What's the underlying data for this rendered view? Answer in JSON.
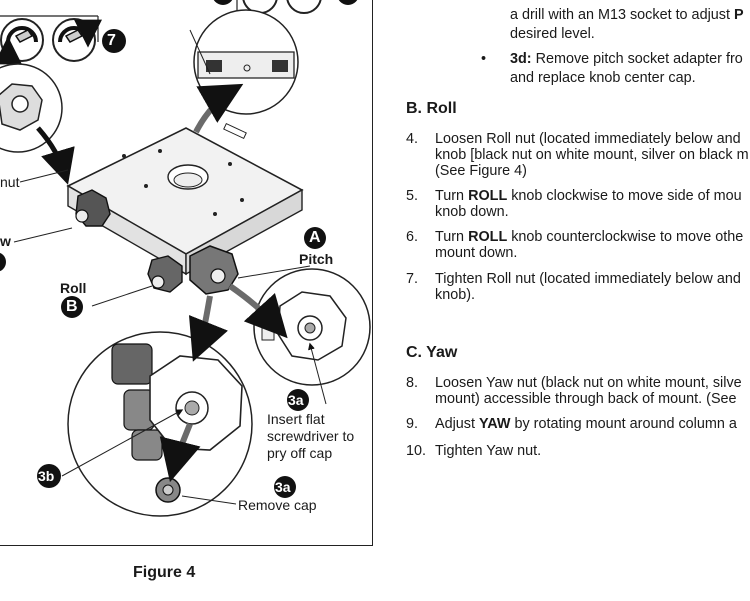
{
  "figure": {
    "caption": "Figure 4",
    "labels": {
      "seven": "7",
      "nut": "nut",
      "w": "w",
      "A": "A",
      "pitch": "Pitch",
      "roll": "Roll",
      "B": "B",
      "3a_top": "3a",
      "3a_bottom": "3a",
      "3b": "3b",
      "insert_line1": "Insert flat",
      "insert_line2": "screwdriver to",
      "insert_line3": "pry off cap",
      "remove_cap": "Remove cap"
    }
  },
  "text": {
    "step3c_line1": "a drill with an M13 socket to adjust ",
    "step3c_bold_tail": "P",
    "step3c_line2": "desired level.",
    "step3d_bullet": "•",
    "step3d_label": "3d:",
    "step3d_line1": " Remove pitch socket adapter fro",
    "step3d_line2": "and replace knob center cap.",
    "section_b": "B. Roll",
    "s4_num": "4.",
    "s4_line1": "Loosen Roll nut (located immediately below and",
    "s4_line2": "knob [black nut on white mount, silver on black m",
    "s4_line3": "(See Figure 4)",
    "s5_num": "5.",
    "s5_pre": "Turn ",
    "s5_bold": "ROLL",
    "s5_post": " knob clockwise to move side of mou",
    "s5_line2": "knob down.",
    "s6_num": "6.",
    "s6_pre": "Turn ",
    "s6_bold": "ROLL",
    "s6_post": " knob counterclockwise to move othe",
    "s6_line2": "mount down.",
    "s7_num": "7.",
    "s7_line1": "Tighten Roll nut (located immediately below and",
    "s7_line2": "knob).",
    "section_c": "C. Yaw",
    "s8_num": "8.",
    "s8_line1": "Loosen Yaw nut (black nut on white mount, silve",
    "s8_line2": "mount) accessible through back of mount. (See",
    "s9_num": "9.",
    "s9_pre": "Adjust ",
    "s9_bold": "YAW",
    "s9_post": " by rotating mount around column a",
    "s10_num": "10.",
    "s10_line1": "Tighten Yaw nut."
  },
  "colors": {
    "ink": "#1a1a1a",
    "badge_fill": "#111111",
    "badge_text": "#ffffff",
    "arrow_gray": "#6b6b6b",
    "plate_fill": "#f2f2f2"
  }
}
